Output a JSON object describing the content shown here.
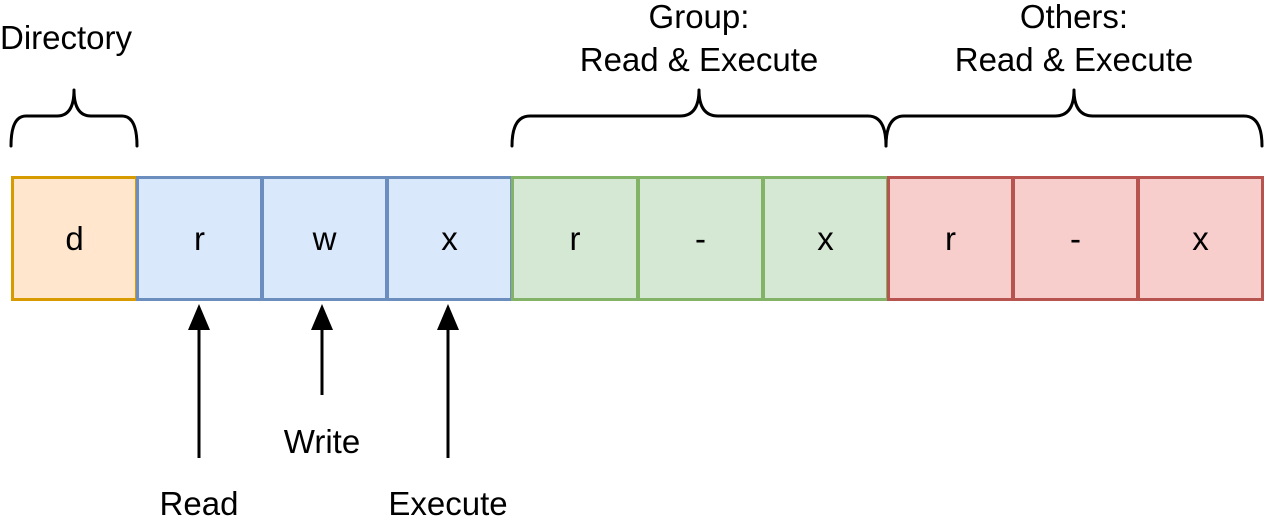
{
  "colors": {
    "type": {
      "fill": "#ffe6cc",
      "stroke": "#d79b00"
    },
    "user": {
      "fill": "#dae8fc",
      "stroke": "#6c8ebf"
    },
    "group": {
      "fill": "#d5e8d4",
      "stroke": "#82b366"
    },
    "others": {
      "fill": "#f8cecc",
      "stroke": "#b85450"
    },
    "line": "#000000"
  },
  "cells": [
    {
      "symbol": "d",
      "section": "type"
    },
    {
      "symbol": "r",
      "section": "user"
    },
    {
      "symbol": "w",
      "section": "user"
    },
    {
      "symbol": "x",
      "section": "user"
    },
    {
      "symbol": "r",
      "section": "group"
    },
    {
      "symbol": "-",
      "section": "group"
    },
    {
      "symbol": "x",
      "section": "group"
    },
    {
      "symbol": "r",
      "section": "others"
    },
    {
      "symbol": "-",
      "section": "others"
    },
    {
      "symbol": "x",
      "section": "others"
    }
  ],
  "braces": {
    "directory": {
      "label": "Directory"
    },
    "group": {
      "line1": "Group:",
      "line2": "Read & Execute"
    },
    "others": {
      "line1": "Others:",
      "line2": "Read & Execute"
    }
  },
  "arrows": {
    "read": "Read",
    "write": "Write",
    "execute": "Execute"
  }
}
